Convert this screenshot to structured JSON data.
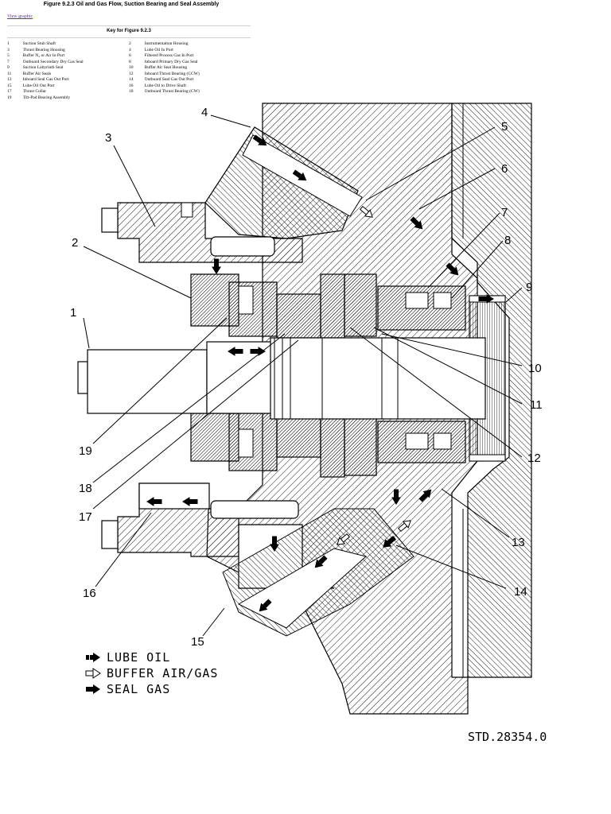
{
  "figure": {
    "title": "Figure 9.2.3 Oil and Gas Flow, Suction Bearing and Seal Assembly",
    "view_link": "View graphic"
  },
  "key": {
    "title": "Key for Figure 9.2.3",
    "rows": [
      {
        "n1": "1",
        "l1": "Suction Stub Shaft",
        "n2": "2",
        "l2": "Instrumentation Housing"
      },
      {
        "n1": "3",
        "l1": "Thrust Bearing Housing",
        "n2": "4",
        "l2": "Lube Oil In Port"
      },
      {
        "n1": "5",
        "l1": "Buffer N₂ or Air In Port",
        "n2": "6",
        "l2": "Filtered Process Gas In Port"
      },
      {
        "n1": "7",
        "l1": "Outboard Secondary Dry Gas Seal",
        "n2": "8",
        "l2": "Inboard Primary Dry Gas Seal"
      },
      {
        "n1": "9",
        "l1": "Suction Labyrinth Seal",
        "n2": "10",
        "l2": "Buffer Air Seal Housing"
      },
      {
        "n1": "11",
        "l1": "Buffer Air Seals",
        "n2": "12",
        "l2": "Inboard Thrust Bearing (CCW)"
      },
      {
        "n1": "13",
        "l1": "Inboard Seal Gas Out Port",
        "n2": "14",
        "l2": "Outboard Seal Gas Out Port"
      },
      {
        "n1": "15",
        "l1": "Lube Oil Out Port",
        "n2": "16",
        "l2": "Lube Oil to Drive Shaft"
      },
      {
        "n1": "17",
        "l1": "Thrust Collar",
        "n2": "18",
        "l2": "Outboard Thrust Bearing (CW)"
      },
      {
        "n1": "19",
        "l1": "Tilt-Pad Bearing Assembly",
        "n2": "",
        "l2": ""
      }
    ]
  },
  "drawing": {
    "callouts": [
      "1",
      "2",
      "3",
      "4",
      "5",
      "6",
      "7",
      "8",
      "9",
      "10",
      "11",
      "12",
      "13",
      "14",
      "15",
      "16",
      "17",
      "18",
      "19"
    ],
    "legend": {
      "lube_oil": "LUBE OIL",
      "buffer": "BUFFER AIR/GAS",
      "seal_gas": "SEAL GAS"
    },
    "drawing_number": "STD.28354.0"
  }
}
